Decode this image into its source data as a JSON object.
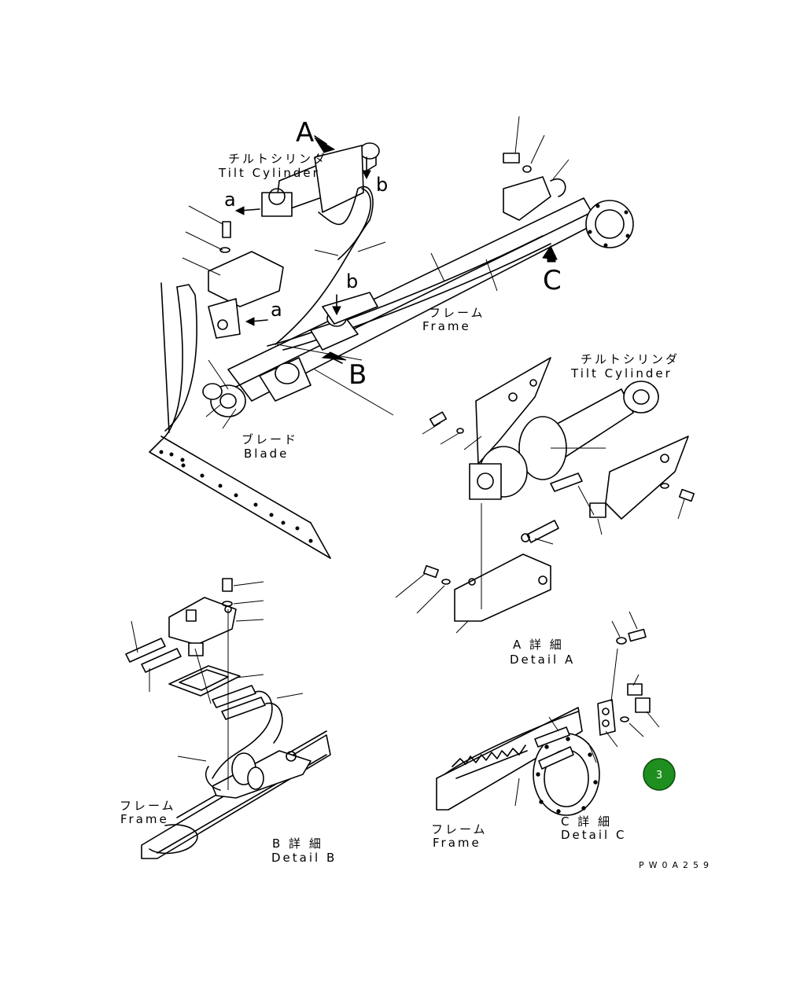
{
  "labels": {
    "tilt_cylinder_jp_top": "チルトシリンダ",
    "tilt_cylinder_en_top": "Tilt Cylinder",
    "view_a": "A",
    "view_b": "B",
    "view_c": "C",
    "ref_a1": "a",
    "ref_a2": "a",
    "ref_b1": "b",
    "ref_b2": "b",
    "frame_jp_main": "フレーム",
    "frame_en_main": "Frame",
    "blade_jp": "ブレード",
    "blade_en": "Blade",
    "tilt_cylinder_jp_detail": "チルトシリンダ",
    "tilt_cylinder_en_detail": "Tilt Cylinder",
    "detail_a_jp": "A 詳 細",
    "detail_a_en": "Detail A",
    "frame_jp_b": "フレーム",
    "frame_en_b": "Frame",
    "detail_b_jp": "B 詳 細",
    "detail_b_en": "Detail B",
    "frame_jp_c": "フレーム",
    "frame_en_c": "Frame",
    "detail_c_jp": "C 詳 細",
    "detail_c_en": "Detail C",
    "drawing_code": "PW0A259"
  },
  "badge": {
    "number": "3",
    "color": "#1e8e1e"
  }
}
